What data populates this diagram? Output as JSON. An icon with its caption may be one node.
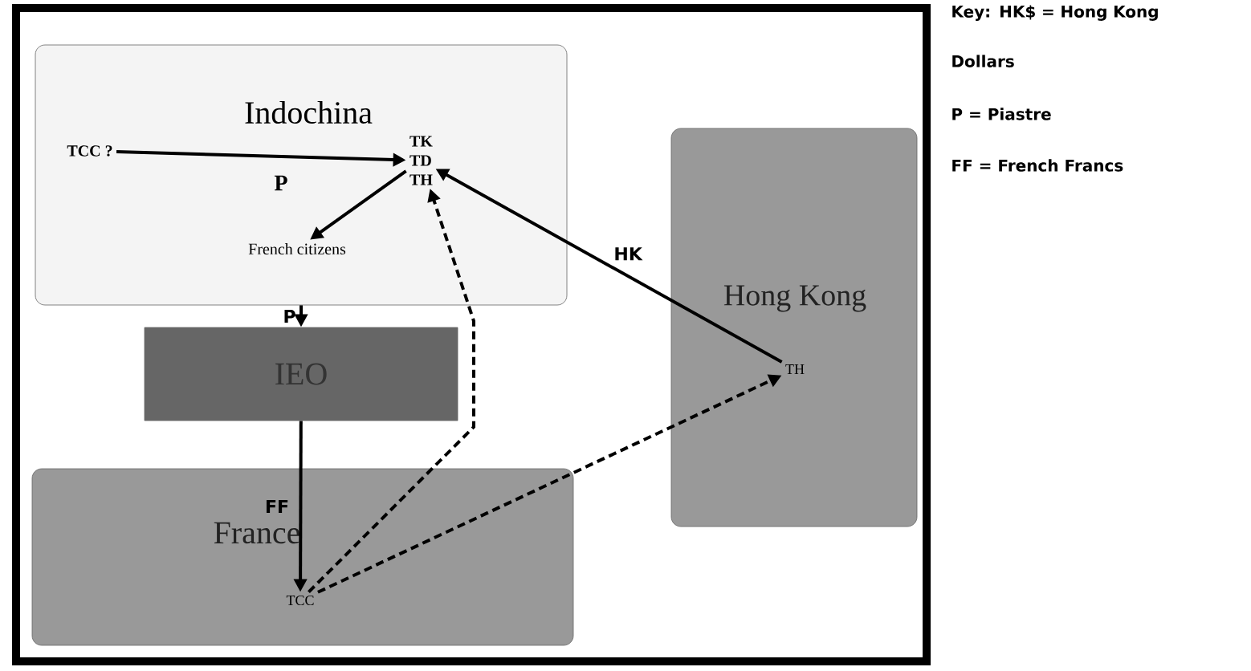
{
  "diagram": {
    "nodes": [
      {
        "text": [
          "Indochina"
        ]
      },
      {
        "text": [
          "TCC ?"
        ],
        "in": 0
      },
      {
        "text": [
          "TK TD TH"
        ],
        "in": 0
      },
      {
        "text": [
          "French citizens"
        ],
        "in": 0
      },
      {
        "text": [
          "IEO"
        ]
      },
      {
        "text": [
          "France"
        ]
      },
      {
        "text": [
          "TCC"
        ],
        "in": 5
      },
      {
        "text": [
          "Hong Kong"
        ]
      },
      {
        "text": [
          "TH"
        ],
        "in": 7
      }
    ],
    "edges": [
      {
        "from": 1,
        "to": 2,
        "arrow": "to"
      },
      {
        "from": 2,
        "to": 3,
        "arrow": "to"
      },
      {
        "from": 0,
        "to": 4,
        "arrow": "to",
        "label": "P"
      },
      {
        "from": 4,
        "to": 6,
        "arrow": "to",
        "label": "FF"
      },
      {
        "from": 6,
        "to": 2,
        "arrow": "to",
        "style": "dashed"
      },
      {
        "from": 6,
        "to": 8,
        "arrow": "to",
        "style": "dashed"
      },
      {
        "from": 8,
        "to": 2,
        "arrow": "to",
        "label": "HK"
      }
    ],
    "labels": [
      "P",
      "Key: HK$ = Hong Kong Dollars",
      "P = Piastre",
      "FF = French Francs"
    ]
  }
}
